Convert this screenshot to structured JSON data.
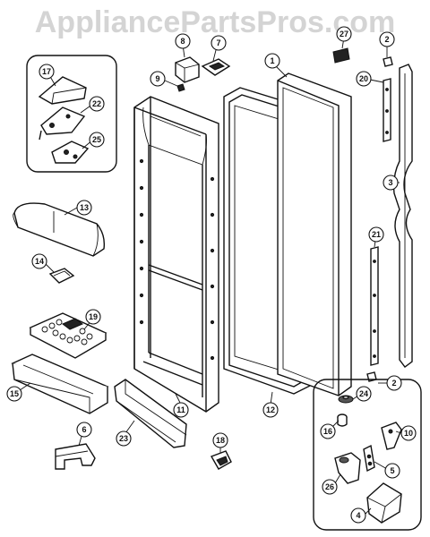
{
  "watermark": "AppliancePartsPros.com",
  "callouts": {
    "p1": "1",
    "p2a": "2",
    "p2b": "2",
    "p3": "3",
    "p4": "4",
    "p5": "5",
    "p6": "6",
    "p7": "7",
    "p8": "8",
    "p9": "9",
    "p10": "10",
    "p11": "11",
    "p12": "12",
    "p13": "13",
    "p14": "14",
    "p15": "15",
    "p16": "16",
    "p17": "17",
    "p18": "18",
    "p19": "19",
    "p20": "20",
    "p21": "21",
    "p22": "22",
    "p23": "23",
    "p24": "24",
    "p25": "25",
    "p26": "26",
    "p27": "27"
  }
}
